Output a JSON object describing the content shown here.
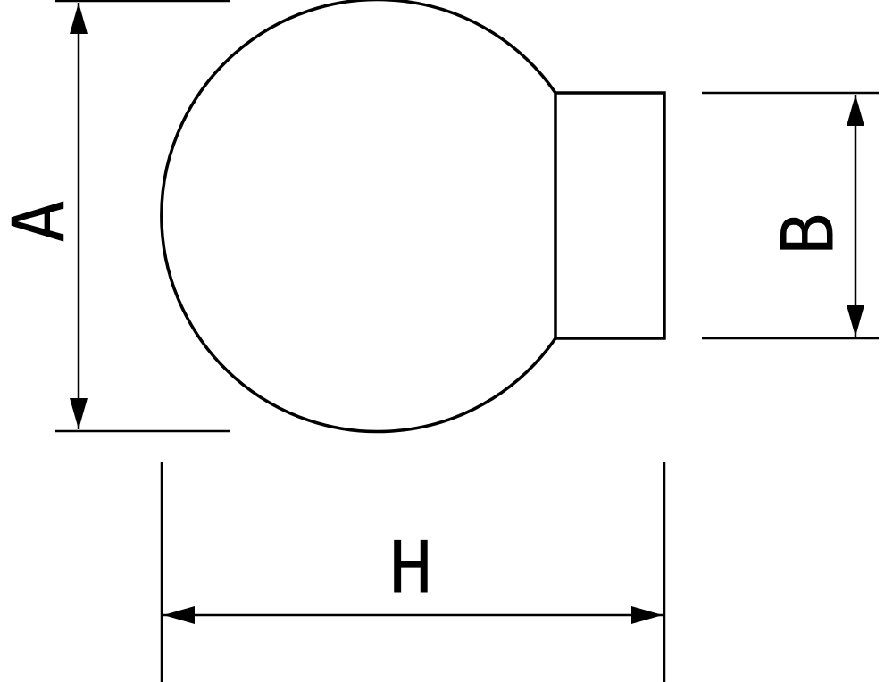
{
  "labels": {
    "a": "A",
    "b": "B",
    "h": "H"
  },
  "colors": {
    "line": "#000000",
    "background": "#ffffff"
  }
}
